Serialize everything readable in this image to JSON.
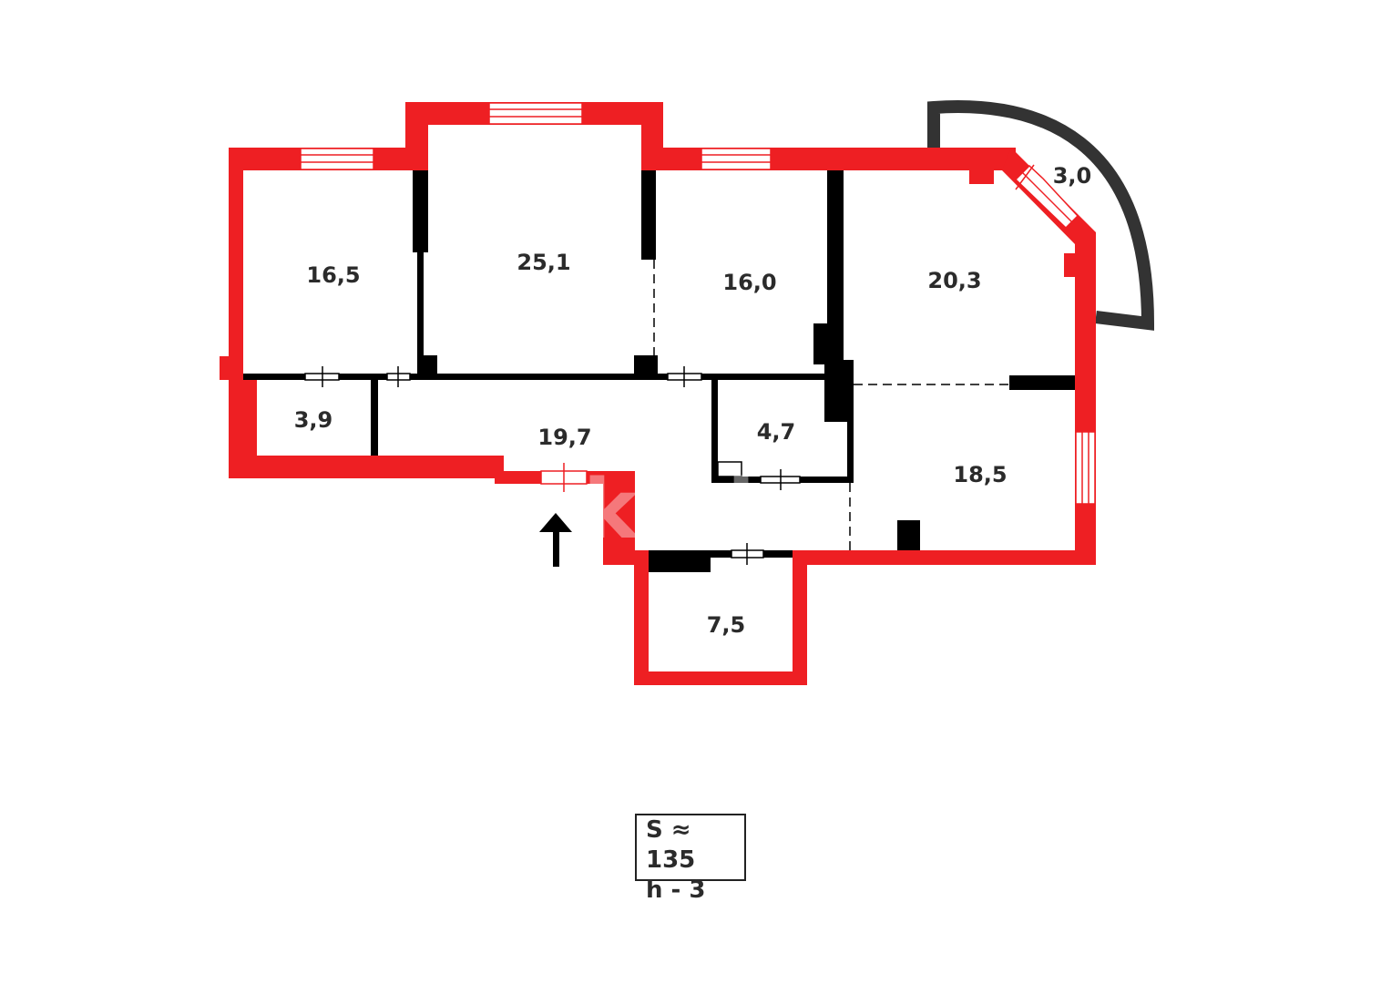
{
  "colors": {
    "exterior_wall": "#ee1f23",
    "interior_wall": "#000000",
    "balcony_wall": "#333333",
    "label": "#2b2b2b"
  },
  "rooms": [
    {
      "id": "room-a",
      "area": "16,5"
    },
    {
      "id": "room-b",
      "area": "25,1"
    },
    {
      "id": "room-c",
      "area": "16,0"
    },
    {
      "id": "room-d",
      "area": "20,3"
    },
    {
      "id": "balcony",
      "area": "3,0"
    },
    {
      "id": "storage",
      "area": "3,9"
    },
    {
      "id": "hall",
      "area": "19,7"
    },
    {
      "id": "bathroom",
      "area": "4,7"
    },
    {
      "id": "room-e",
      "area": "18,5"
    },
    {
      "id": "vestibule",
      "area": "7,5"
    }
  ],
  "summary": {
    "total_area": "S ≈ 135",
    "ceiling_height": "h - 3"
  },
  "entrance_icon": "arrow-up-icon",
  "watermark": "kn.kz"
}
